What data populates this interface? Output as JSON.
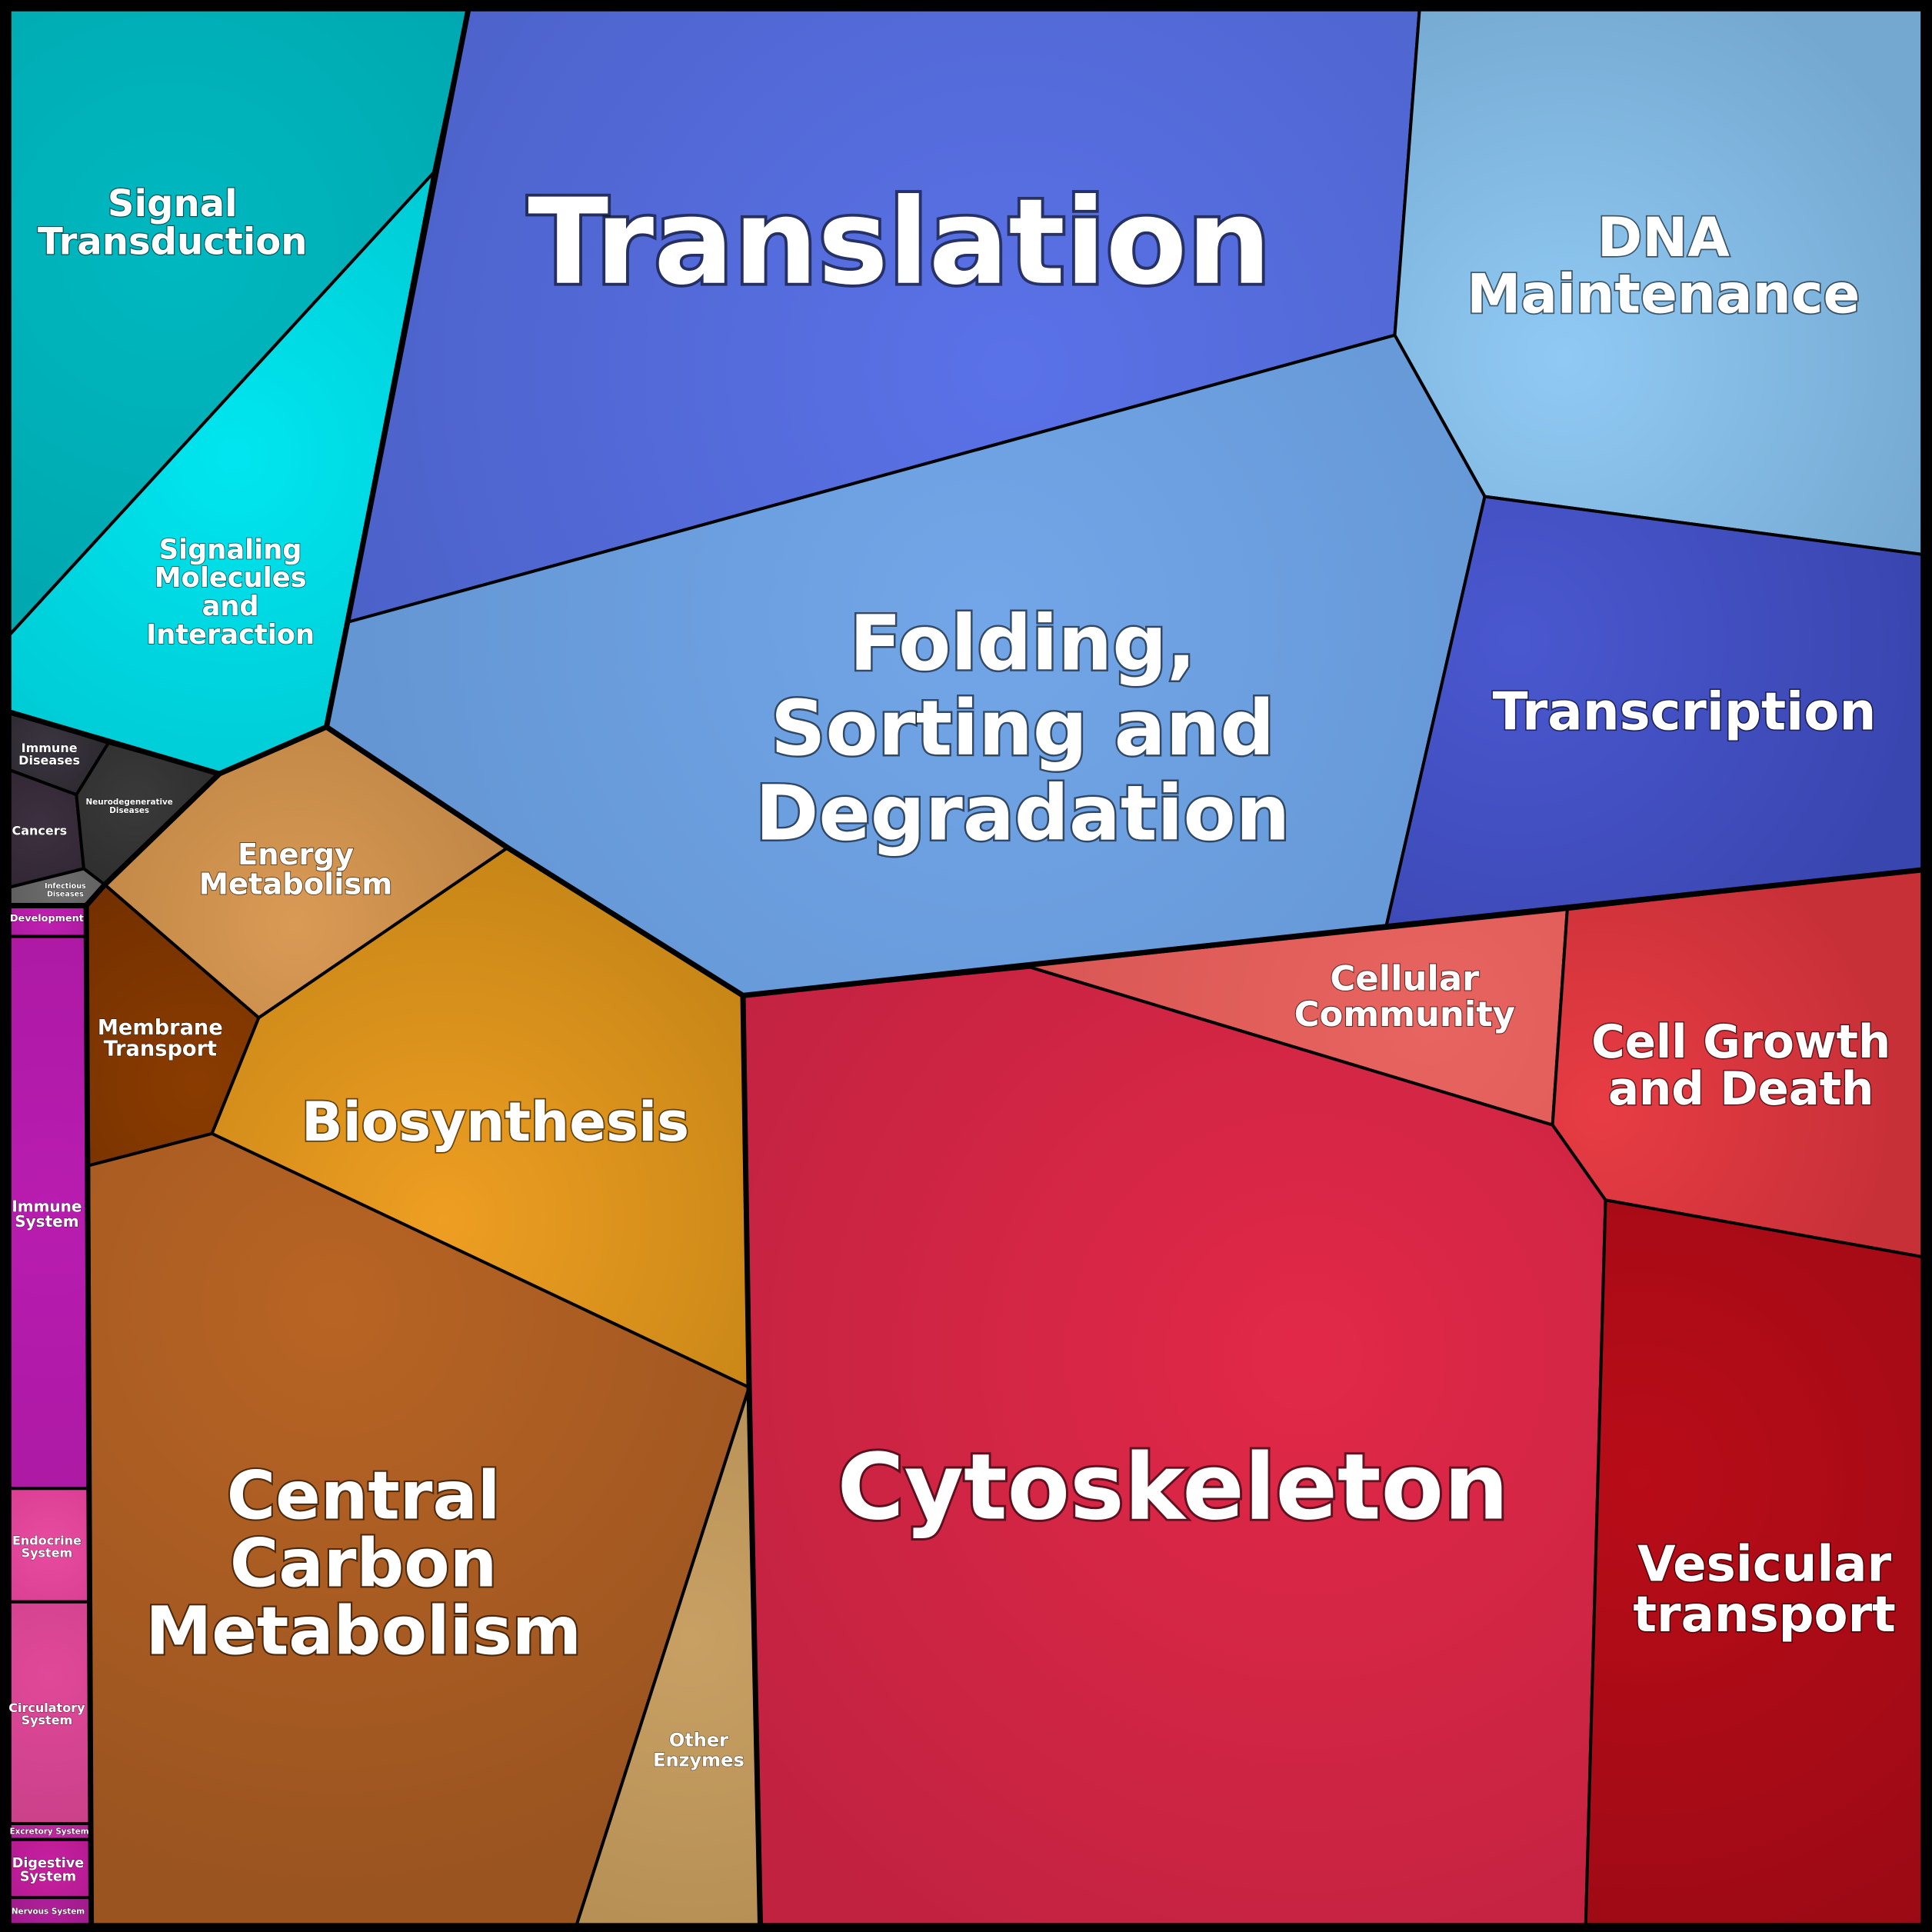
{
  "chart_data": {
    "type": "voronoi-treemap",
    "cells": [
      {
        "id": "signal-transduction",
        "lines": [
          "Signal",
          "Transduction"
        ],
        "color": "#00a5ad",
        "light": "#00b8c0",
        "group": "environmental"
      },
      {
        "id": "signaling-molecules",
        "lines": [
          "Signaling",
          "Molecules",
          "and",
          "Interaction"
        ],
        "color": "#00c2cc",
        "light": "#00e6f0",
        "group": "environmental"
      },
      {
        "id": "translation",
        "lines": [
          "Translation"
        ],
        "color": "#4a5fc4",
        "light": "#5a72e8",
        "group": "genetic"
      },
      {
        "id": "dna-maintenance",
        "lines": [
          "DNA",
          "Maintenance"
        ],
        "color": "#74a8d0",
        "light": "#90caf4",
        "group": "genetic"
      },
      {
        "id": "folding-sorting",
        "lines": [
          "Folding,",
          "Sorting and",
          "Degradation"
        ],
        "color": "#5f90cc",
        "light": "#72a6e8",
        "group": "genetic"
      },
      {
        "id": "transcription",
        "lines": [
          "Transcription"
        ],
        "color": "#3a46b0",
        "light": "#4a58d0",
        "group": "genetic"
      },
      {
        "id": "immune-diseases",
        "lines": [
          "Immune",
          "Diseases"
        ],
        "color": "#2a262c",
        "light": "#3a3540",
        "group": "disease"
      },
      {
        "id": "cancers",
        "lines": [
          "Cancers"
        ],
        "color": "#2e2430",
        "light": "#3d3040",
        "group": "disease"
      },
      {
        "id": "neurodegenerative",
        "lines": [
          "Neurodegenerative",
          "Diseases"
        ],
        "color": "#2c2c2c",
        "light": "#3a3a3a",
        "group": "disease"
      },
      {
        "id": "infectious",
        "lines": [
          "Infectious",
          "Diseases"
        ],
        "color": "#5a5a5a",
        "light": "#6e6e6e",
        "group": "disease"
      },
      {
        "id": "energy-metabolism",
        "lines": [
          "Energy",
          "Metabolism"
        ],
        "color": "#b88040",
        "light": "#d99a55",
        "group": "metabolism"
      },
      {
        "id": "membrane-transport",
        "lines": [
          "Membrane",
          "Transport"
        ],
        "color": "#743000",
        "light": "#8a3c00",
        "group": "environmental"
      },
      {
        "id": "biosynthesis",
        "lines": [
          "Biosynthesis"
        ],
        "color": "#c48416",
        "light": "#ee9e22",
        "group": "metabolism"
      },
      {
        "id": "central-carbon",
        "lines": [
          "Central",
          "Carbon",
          "Metabolism"
        ],
        "color": "#9a5420",
        "light": "#b86424",
        "group": "metabolism"
      },
      {
        "id": "other-enzymes",
        "lines": [
          "Other",
          "Enzymes"
        ],
        "color": "#b08a50",
        "light": "#c8a064",
        "group": "metabolism"
      },
      {
        "id": "cellular-community",
        "lines": [
          "Cellular",
          "Community"
        ],
        "color": "#d0504e",
        "light": "#e86460",
        "group": "cellular"
      },
      {
        "id": "cell-growth",
        "lines": [
          "Cell Growth",
          "and Death"
        ],
        "color": "#c83038",
        "light": "#e83c44",
        "group": "cellular"
      },
      {
        "id": "cytoskeleton",
        "lines": [
          "Cytoskeleton"
        ],
        "color": "#c02240",
        "light": "#e22848",
        "group": "cellular"
      },
      {
        "id": "vesicular-transport",
        "lines": [
          "Vesicular",
          "transport"
        ],
        "color": "#9a0a14",
        "light": "#b80c18",
        "group": "cellular"
      },
      {
        "id": "development",
        "lines": [
          "Development"
        ],
        "color": "#a8189c",
        "light": "#c020b0",
        "group": "organismal"
      },
      {
        "id": "immune-system",
        "lines": [
          "Immune",
          "System"
        ],
        "color": "#a8189e",
        "light": "#b81cb0",
        "group": "organismal"
      },
      {
        "id": "endocrine-system",
        "lines": [
          "Endocrine",
          "System"
        ],
        "color": "#d83c90",
        "light": "#e84ca0",
        "group": "organismal"
      },
      {
        "id": "circulatory-system",
        "lines": [
          "Circulatory",
          "System"
        ],
        "color": "#c84088",
        "light": "#e04898",
        "group": "organismal"
      },
      {
        "id": "excretory-system",
        "lines": [
          "Excretory System"
        ],
        "color": "#b02090",
        "light": "#c028a0",
        "group": "organismal"
      },
      {
        "id": "digestive-system",
        "lines": [
          "Digestive",
          "System"
        ],
        "color": "#b01890",
        "light": "#c820a0",
        "group": "organismal"
      },
      {
        "id": "nervous-system",
        "lines": [
          "Nervous System"
        ],
        "color": "#9c1888",
        "light": "#b02098",
        "group": "organismal"
      }
    ]
  }
}
